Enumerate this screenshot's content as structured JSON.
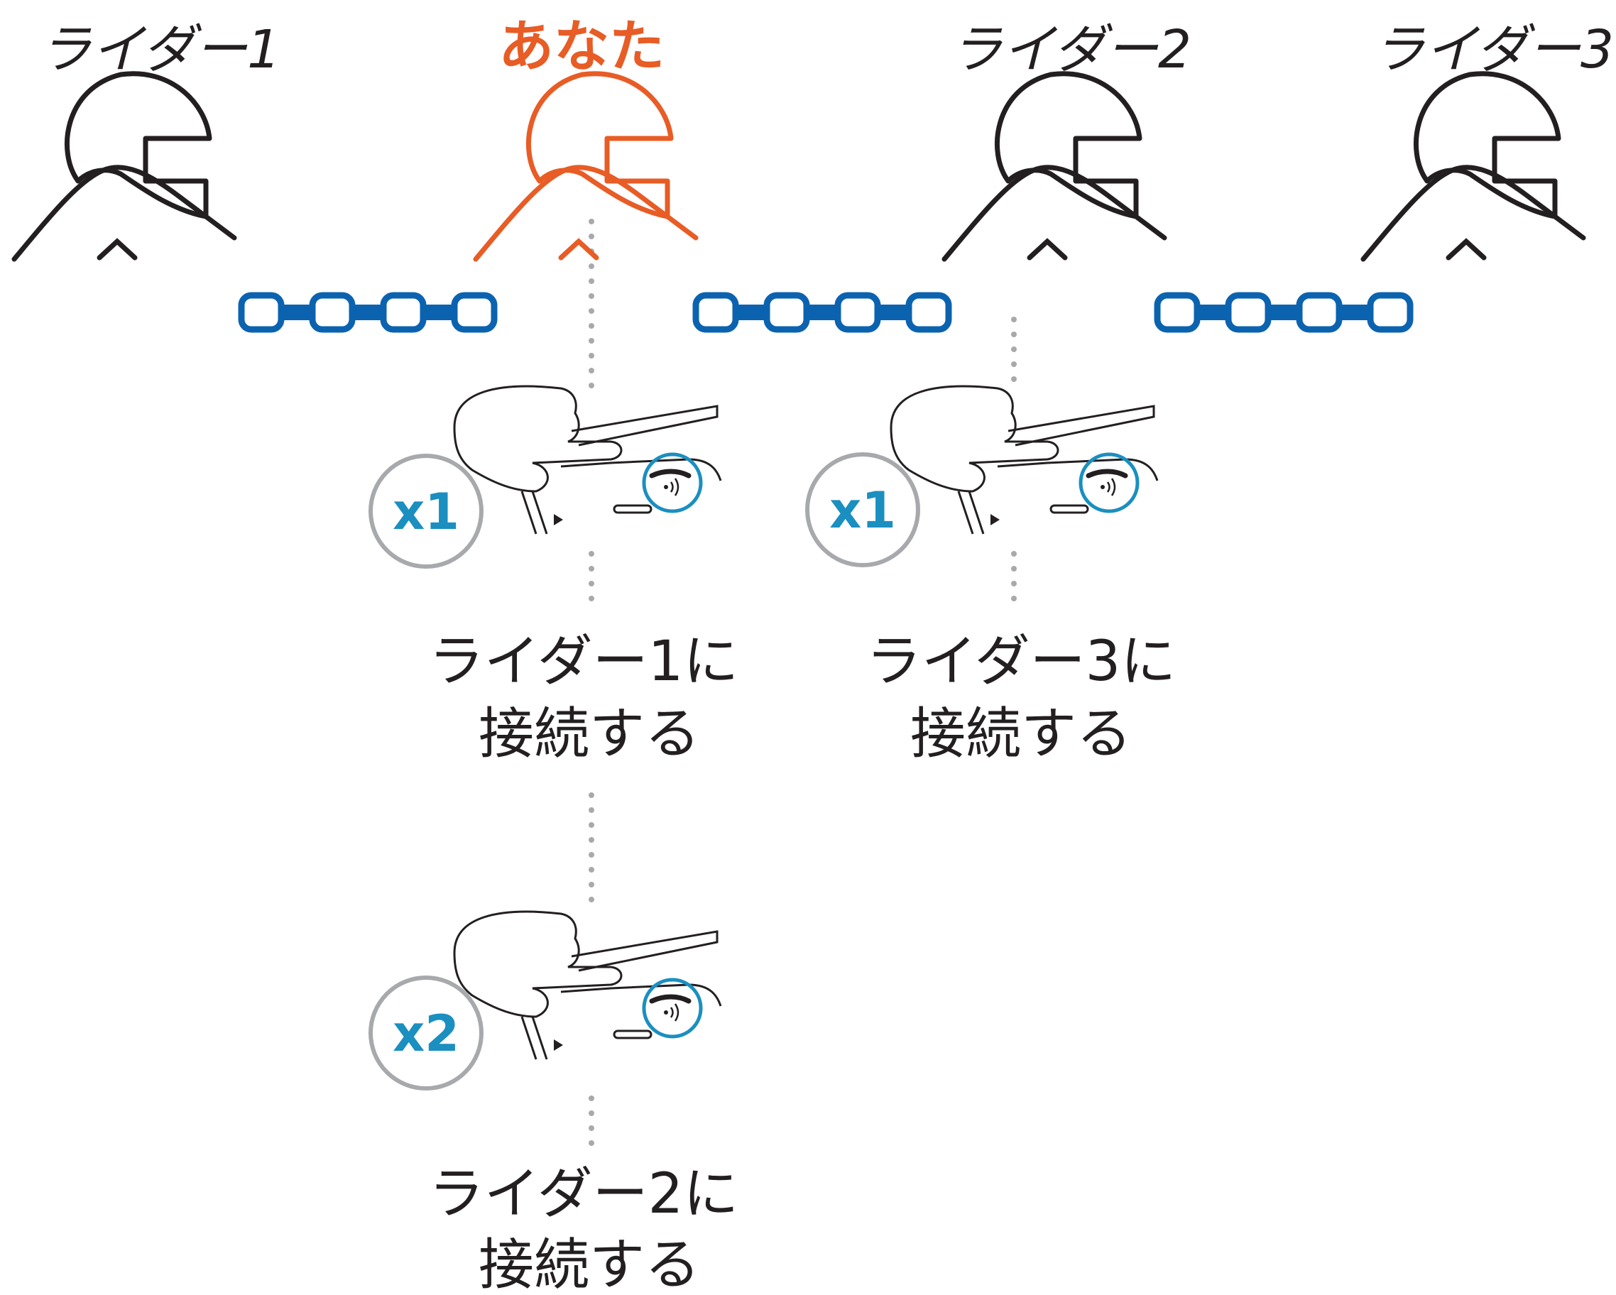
{
  "riders": [
    {
      "name": "ライダー1",
      "you": false
    },
    {
      "name": "あなた",
      "you": true
    },
    {
      "name": "ライダー2",
      "you": false
    },
    {
      "name": "ライダー3",
      "you": false
    }
  ],
  "steps": [
    {
      "badge": "x1",
      "caption_line1": "ライダー1に",
      "caption_line2": "接続する"
    },
    {
      "badge": "x1",
      "caption_line1": "ライダー3に",
      "caption_line2": "接続する"
    },
    {
      "badge": "x2",
      "caption_line1": "ライダー2に",
      "caption_line2": "接続する"
    }
  ],
  "icons": {
    "rider": "helmet-rider-icon",
    "link": "chain-link-icon",
    "press": "finger-press-button-icon",
    "signal": "signal-waves-icon"
  },
  "colors": {
    "you": "#e85c25",
    "chain": "#0b63b0",
    "badge_text": "#1a8fc0",
    "badge_ring": "#a7a9ac",
    "ink": "#231f20",
    "dots": "#a7a9ac"
  }
}
